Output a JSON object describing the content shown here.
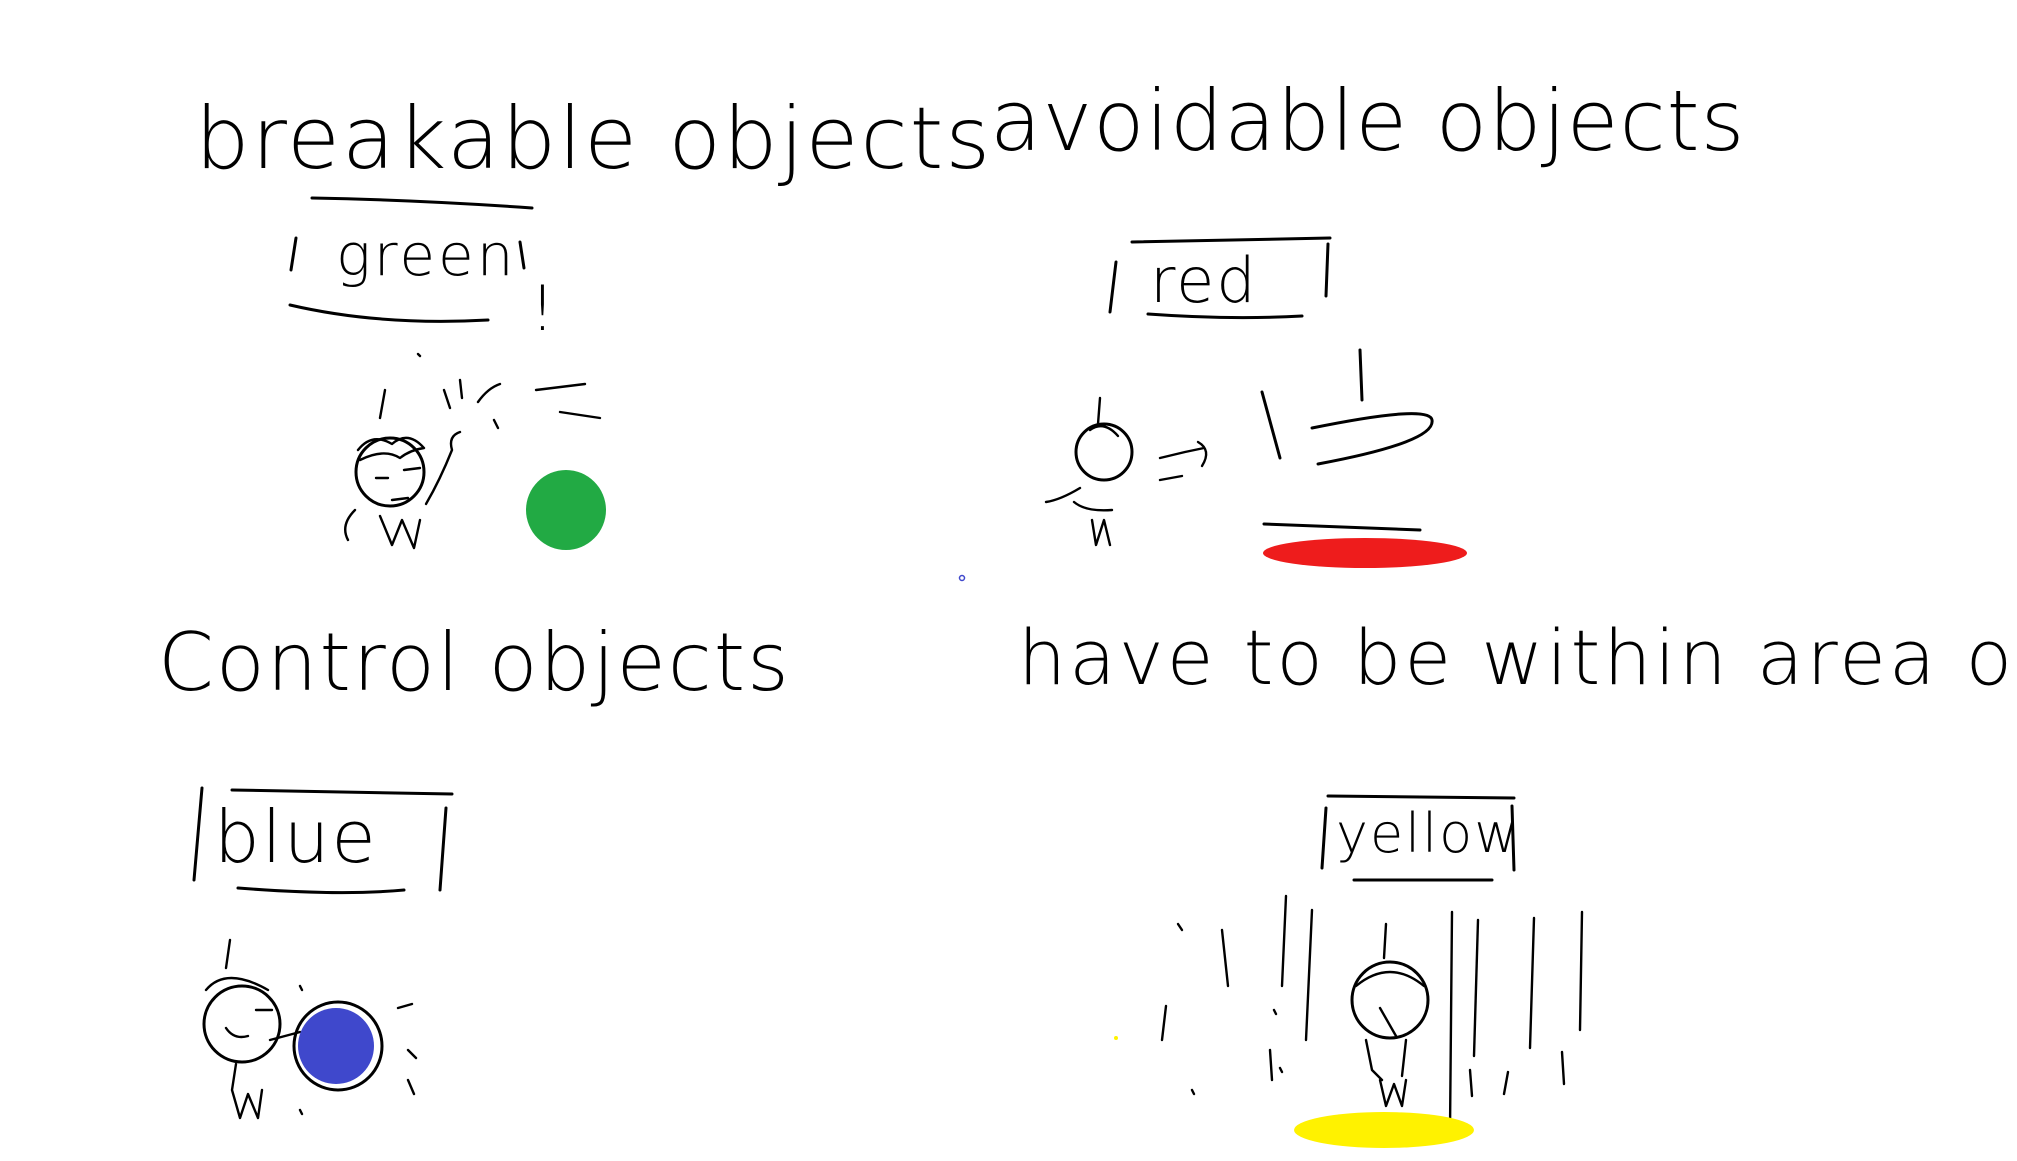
{
  "sections": {
    "breakable": {
      "title": "breakable objects",
      "color_label": "green",
      "exclaim": "!",
      "color": "#22aa44"
    },
    "avoidable": {
      "title": "avoidable objects",
      "color_label": "red",
      "color": "#ee1c1c"
    },
    "control": {
      "title": "Control objects",
      "color_label": "blue",
      "color": "#3f48cc"
    },
    "area": {
      "title": "have to be within area object",
      "color_label": "yellow",
      "color": "#fff200"
    }
  }
}
